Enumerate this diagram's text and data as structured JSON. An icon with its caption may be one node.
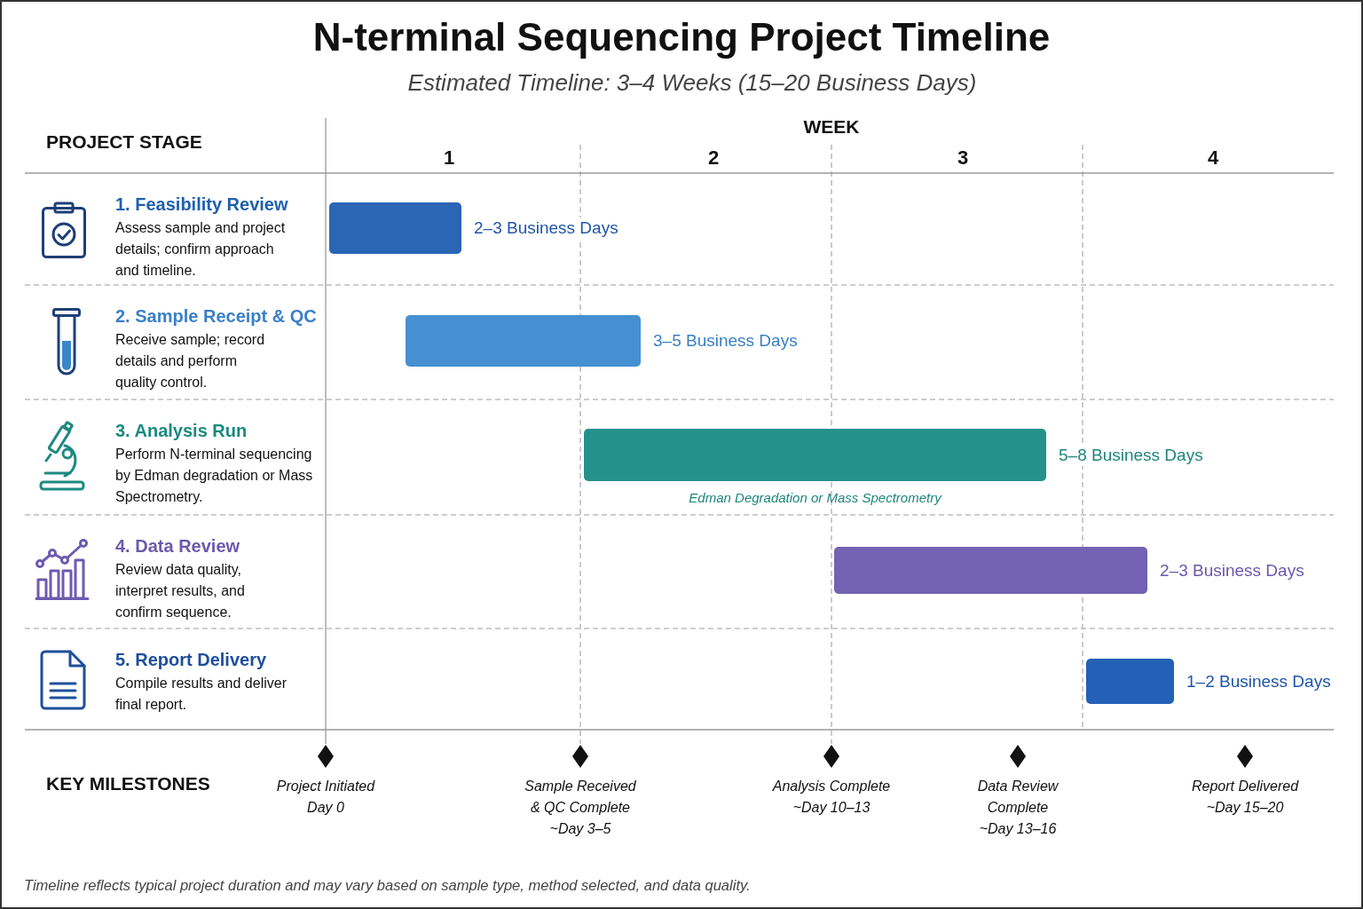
{
  "diagram": {
    "title": "N-terminal Sequencing Project Timeline",
    "caption": "Timeline reflects typical project duration and may vary based on sample type, method selected, and data quality.",
    "nodes": [
      {
        "text": [
          "1. Feasibility Review",
          "Assess sample and project details; confirm approach and timeline."
        ]
      },
      {
        "text": [],
        "shape": "bar",
        "beside": [
          "2–3 Business Days"
        ]
      },
      {
        "text": [
          "2. Sample Receipt & QC",
          "Receive sample; record details and perform quality control."
        ]
      },
      {
        "text": [],
        "shape": "bar",
        "beside": [
          "3–5 Business Days"
        ]
      },
      {
        "text": [
          "3. Analysis Run",
          "Perform N-terminal sequencing by Edman degradation or Mass Spectrometry."
        ]
      },
      {
        "text": [],
        "shape": "bar",
        "beside": [
          "5–8 Business Days",
          "Edman Degradation or Mass Spectrometry"
        ]
      },
      {
        "text": [
          "4. Data Review",
          "Review data quality, interpret results, and confirm sequence."
        ]
      },
      {
        "text": [],
        "shape": "bar",
        "beside": [
          "2–3 Business Days"
        ]
      },
      {
        "text": [
          "5. Report Delivery",
          "Compile results and deliver final report."
        ]
      },
      {
        "text": [],
        "shape": "bar",
        "beside": [
          "1–2 Business Days"
        ]
      },
      {
        "text": [],
        "shape": "diamond",
        "beside": [
          "Project Initiated",
          "Day 0"
        ]
      },
      {
        "text": [],
        "shape": "diamond",
        "beside": [
          "Sample Received & QC Complete",
          "~Day 3–5"
        ]
      },
      {
        "text": [],
        "shape": "diamond",
        "beside": [
          "Analysis Complete",
          "~Day 10–13"
        ]
      },
      {
        "text": [],
        "shape": "diamond",
        "beside": [
          "Data Review Complete",
          "~Day 13–16"
        ]
      },
      {
        "text": [],
        "shape": "diamond",
        "beside": [
          "Report Delivered",
          "~Day 15–20"
        ]
      }
    ],
    "labels": [
      "Estimated Timeline: 3–4 Weeks (15–20 Business Days)",
      "PROJECT STAGE",
      "WEEK",
      "1",
      "2",
      "3",
      "4",
      "KEY MILESTONES"
    ]
  }
}
